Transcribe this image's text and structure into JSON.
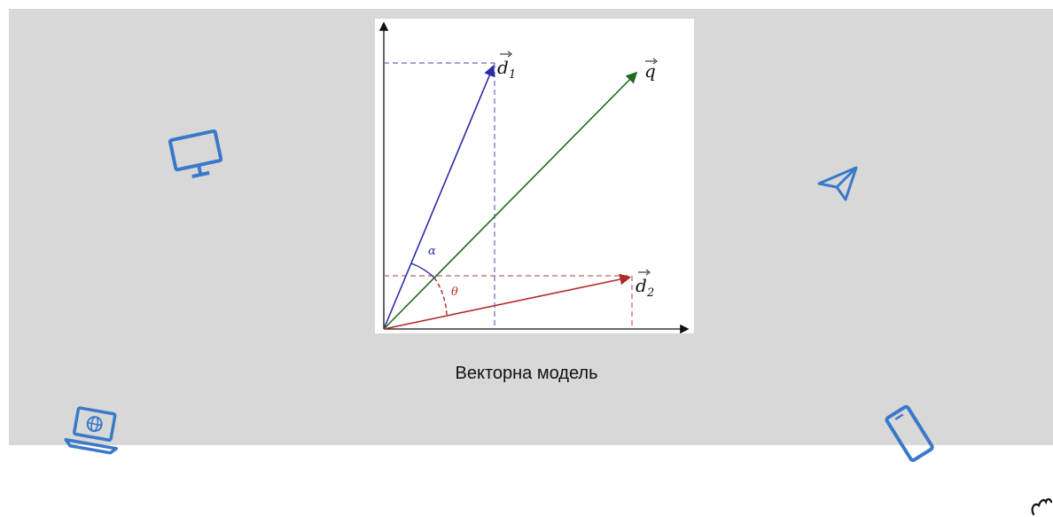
{
  "caption": "Векторна модель",
  "figure": {
    "vectors": [
      {
        "label": "d",
        "subscript": "1",
        "color": "#2b2ba8"
      },
      {
        "label": "q",
        "subscript": "",
        "color": "#1f6b1f"
      },
      {
        "label": "d",
        "subscript": "2",
        "color": "#b02a2a"
      }
    ],
    "angles": {
      "alpha": {
        "label": "α",
        "color": "#2b2ba8"
      },
      "theta": {
        "label": "θ",
        "color": "#b02a2a"
      }
    }
  },
  "decor_icons": [
    "monitor-icon",
    "paper-plane-icon",
    "laptop-globe-icon",
    "smartphone-icon",
    "corner-logo"
  ],
  "colors": {
    "accent_blue": "#3a78c9",
    "panel_bg": "#d8d8d8"
  }
}
